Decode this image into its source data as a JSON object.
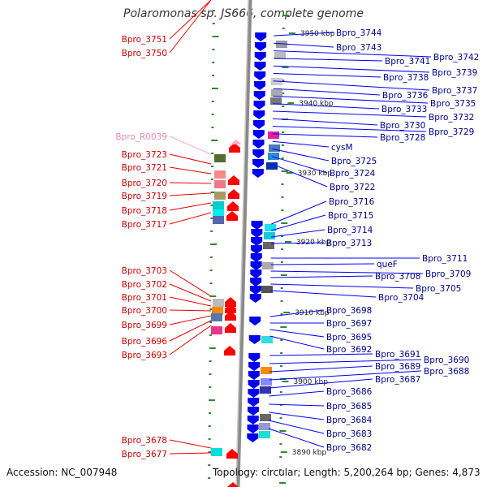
{
  "title": "Polaromonas sp. JS666, complete genome",
  "accession": "Accession: NC_007948",
  "topology": "Topology: circular; Length: 5,200,264 bp; Genes: 4,873",
  "kbp_labels": [
    "3950 kbp",
    "3940 kbp",
    "3930 kbp",
    "3920 kbp",
    "3910 kbp",
    "3900 kbp",
    "3890 kbp"
  ],
  "left_genes": [
    "Bpro_3751",
    "Bpro_3750",
    "Bpro_R0039",
    "Bpro_3723",
    "Bpro_3721",
    "Bpro_3720",
    "Bpro_3719",
    "Bpro_3718",
    "Bpro_3717",
    "Bpro_3703",
    "Bpro_3702",
    "Bpro_3701",
    "Bpro_3700",
    "Bpro_3699",
    "Bpro_3696",
    "Bpro_3693",
    "Bpro_3678",
    "Bpro_3677"
  ],
  "right_genes": [
    "Bpro_3744",
    "Bpro_3743",
    "Bpro_3742",
    "Bpro_3741",
    "Bpro_3739",
    "Bpro_3738",
    "Bpro_3737",
    "Bpro_3736",
    "Bpro_3735",
    "Bpro_3733",
    "Bpro_3732",
    "Bpro_3730",
    "Bpro_3729",
    "Bpro_3728",
    "cysM",
    "Bpro_3725",
    "Bpro_3724",
    "Bpro_3722",
    "Bpro_3716",
    "Bpro_3715",
    "Bpro_3714",
    "Bpro_3713",
    "Bpro_3711",
    "queF",
    "Bpro_3709",
    "Bpro_3708",
    "Bpro_3705",
    "Bpro_3704",
    "Bpro_3698",
    "Bpro_3697",
    "Bpro_3695",
    "Bpro_3692",
    "Bpro_3691",
    "Bpro_3690",
    "Bpro_3689",
    "Bpro_3688",
    "Bpro_3687",
    "Bpro_3686",
    "Bpro_3685",
    "Bpro_3684",
    "Bpro_3683",
    "Bpro_3682"
  ],
  "colors": {
    "backbone": "#8a8a8a",
    "tick": "#2d8a2d",
    "left_label": "#cc0000",
    "rna_label": "#ee88aa",
    "right_label": "#00008b",
    "left_arrow": "#ff0000",
    "right_arrow": "#0000ee",
    "right_line": "#0000ff",
    "left_line": "#ee0000"
  }
}
